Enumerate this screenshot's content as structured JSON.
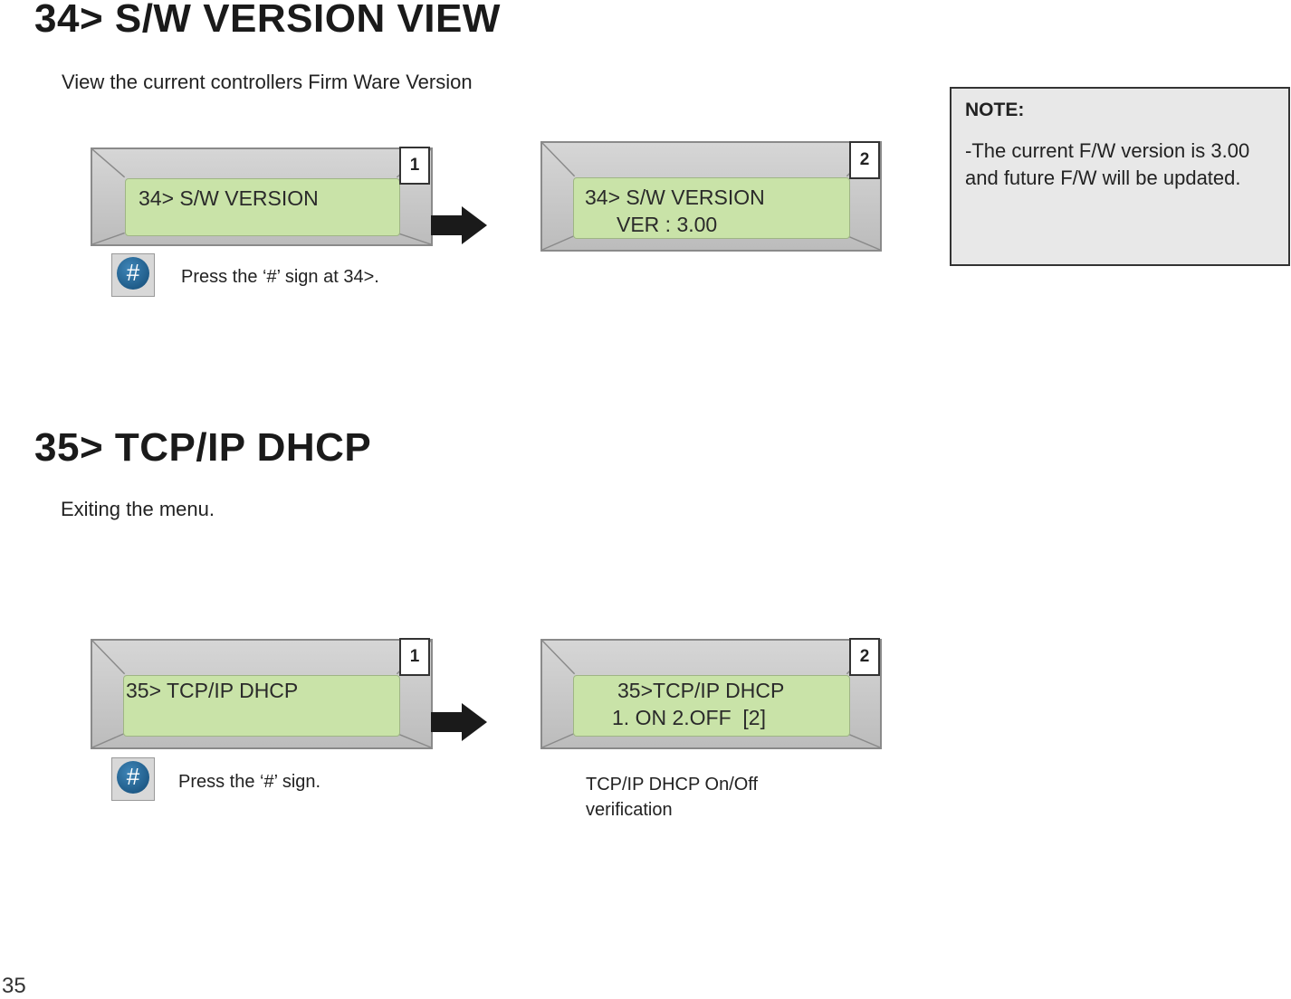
{
  "section34": {
    "title": "34> S/W VERSION VIEW",
    "description": "View the current controllers Firm Ware Version",
    "screen1": {
      "badge": "1",
      "line1": "34> S/W VERSION"
    },
    "screen2": {
      "badge": "2",
      "line1": "34> S/W VERSION",
      "line2": "VER : 3.00"
    },
    "press_caption": "Press the ‘#’ sign at 34>.",
    "hash_label": "#"
  },
  "note": {
    "title": "NOTE:",
    "text": "-The current F/W version is 3.00 and future F/W will be updated."
  },
  "section35": {
    "title": "35> TCP/IP DHCP",
    "description": "Exiting the menu.",
    "screen1": {
      "badge": "1",
      "line1": "35> TCP/IP DHCP"
    },
    "screen2": {
      "badge": "2",
      "line1": "35>TCP/IP DHCP",
      "line2": "1. ON 2.OFF  [2]"
    },
    "press_caption": "Press the ‘#’ sign.",
    "verify_caption": "TCP/IP DHCP On/Off verification",
    "hash_label": "#"
  },
  "page_number": "35",
  "colors": {
    "lcd": "#c9e3a8",
    "bezel": "#c8c8c8",
    "button": "#1f5f8f"
  },
  "icons": [
    "hash-key-icon",
    "right-arrow-icon"
  ]
}
